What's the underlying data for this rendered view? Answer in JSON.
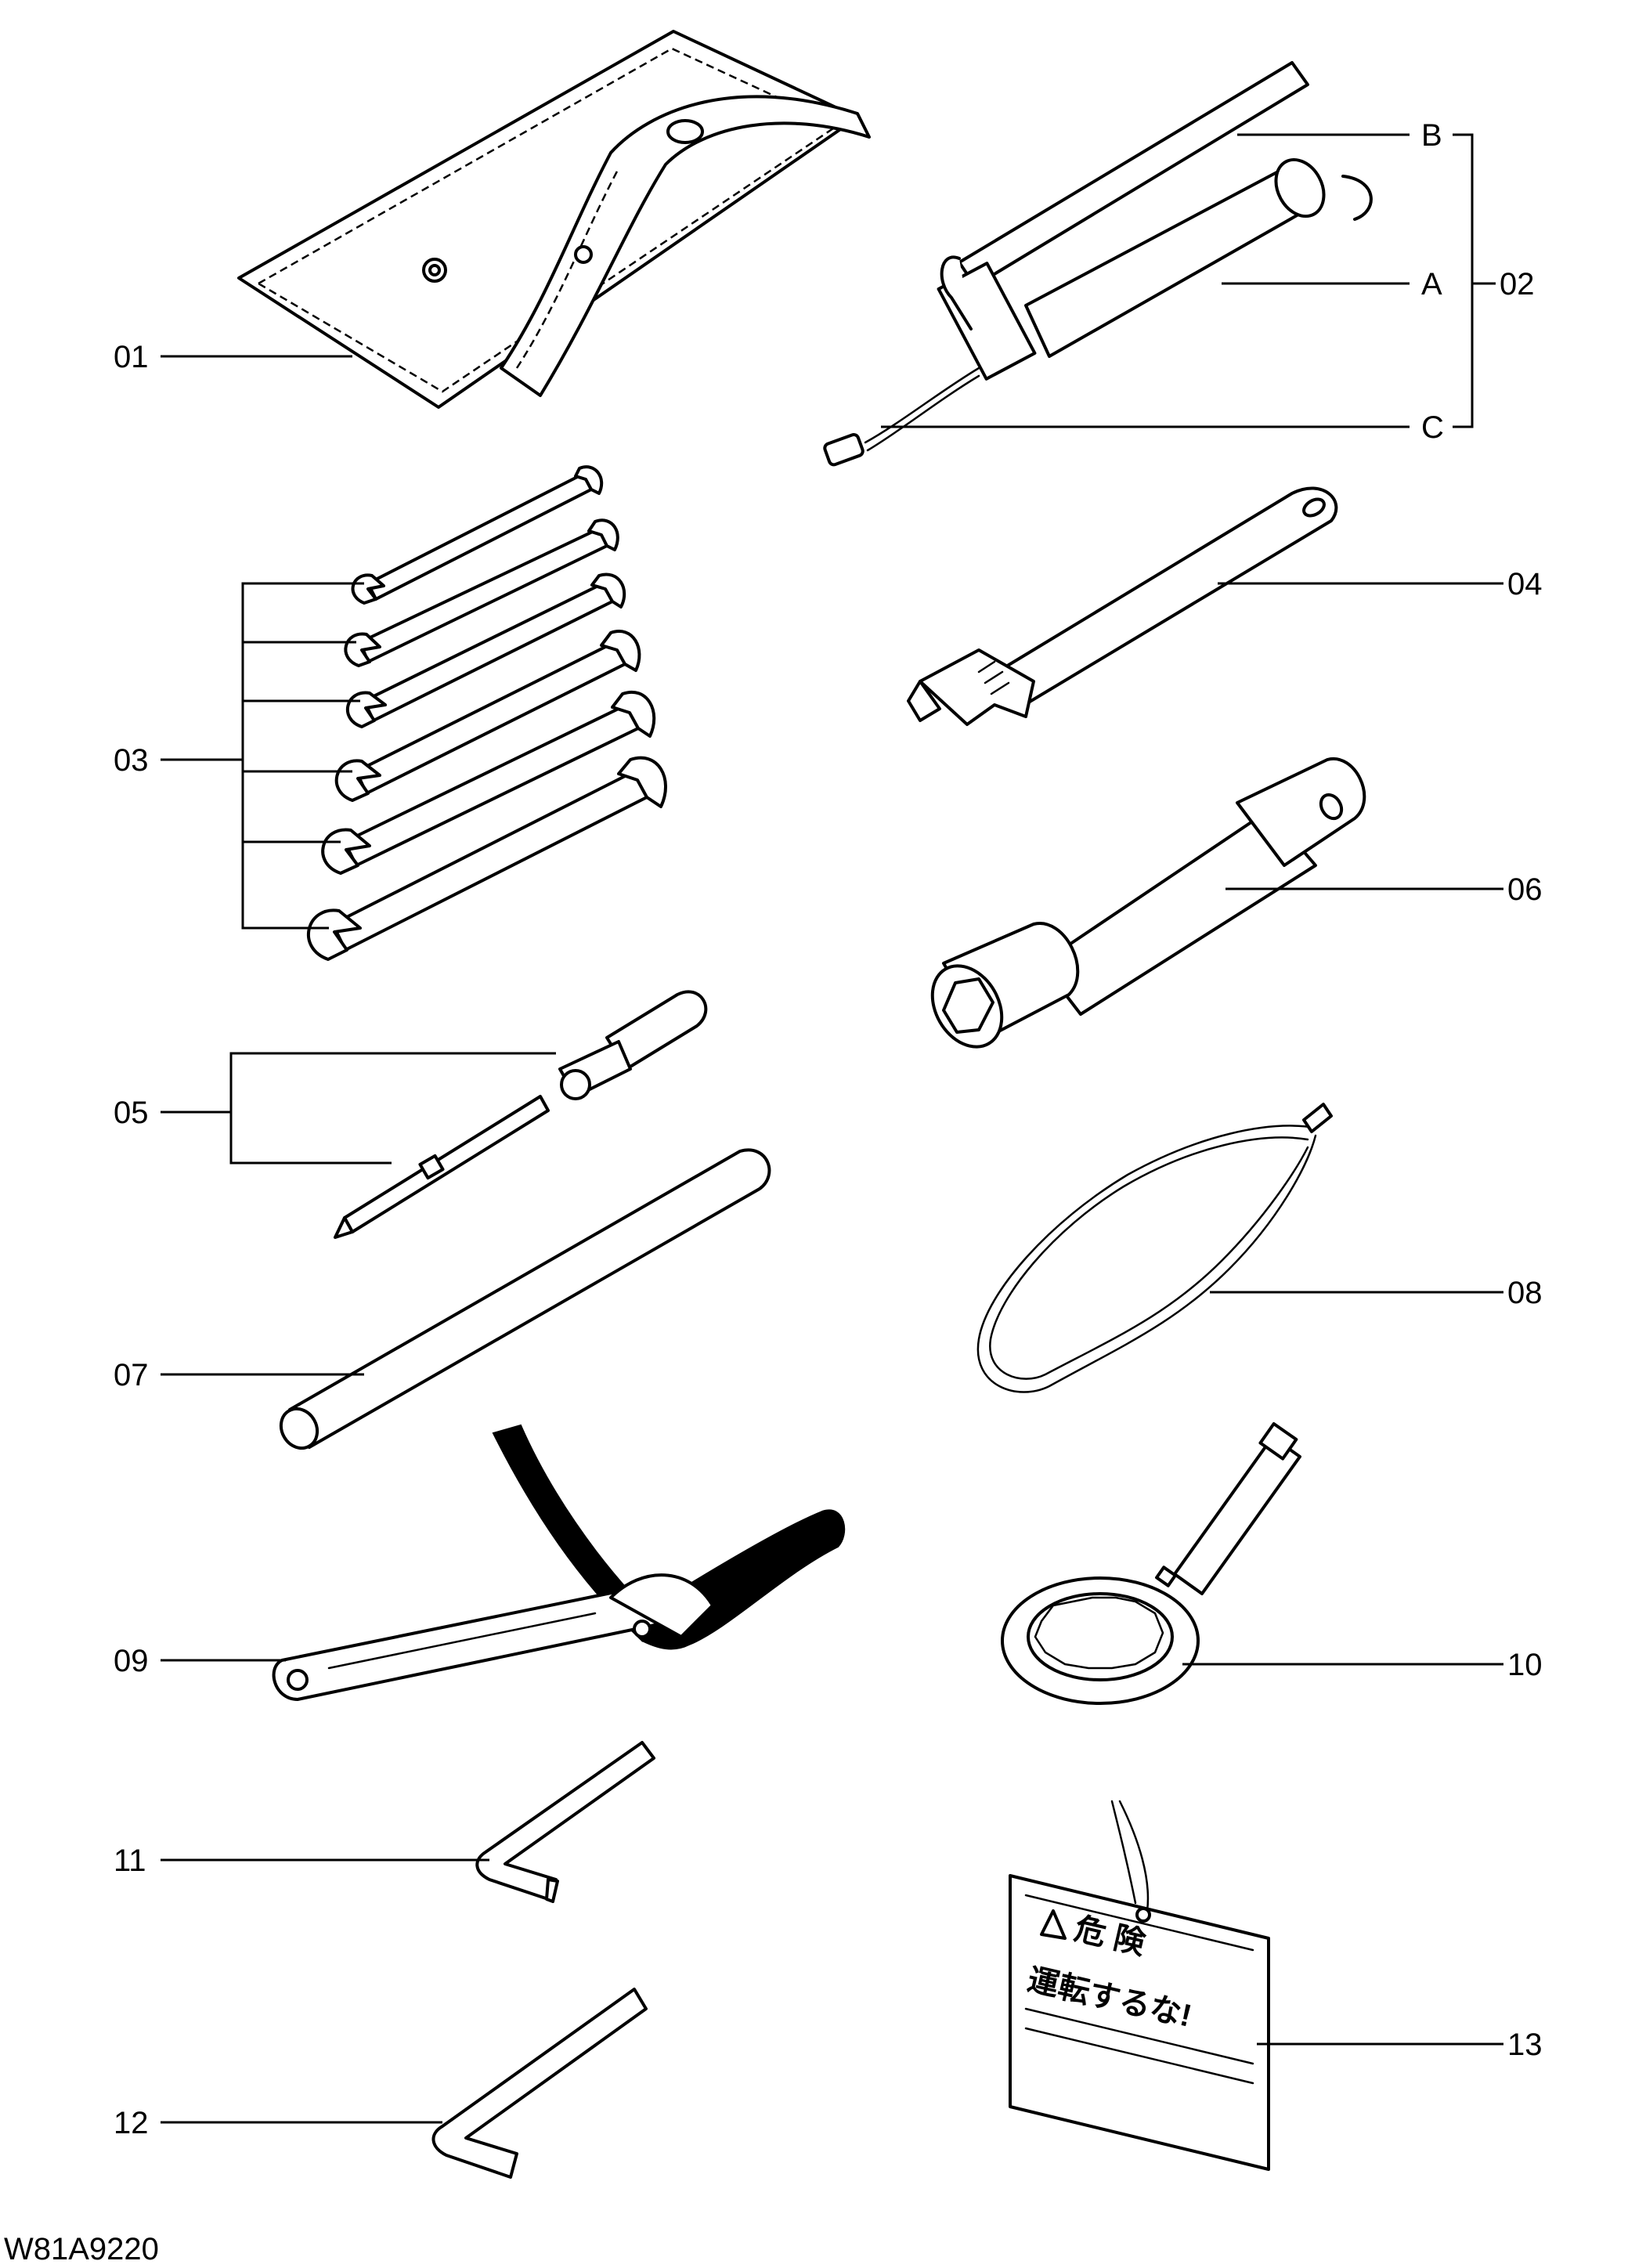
{
  "figure_code": "W81A9220",
  "callouts": {
    "c01": "01",
    "c02": "02",
    "c02A": "A",
    "c02B": "B",
    "c02C": "C",
    "c03": "03",
    "c04": "04",
    "c05": "05",
    "c06": "06",
    "c07": "07",
    "c08": "08",
    "c09": "09",
    "c10": "10",
    "c11": "11",
    "c12": "12",
    "c13": "13"
  },
  "tag_text": {
    "line1": "危 険",
    "line2": "運転するな!"
  }
}
